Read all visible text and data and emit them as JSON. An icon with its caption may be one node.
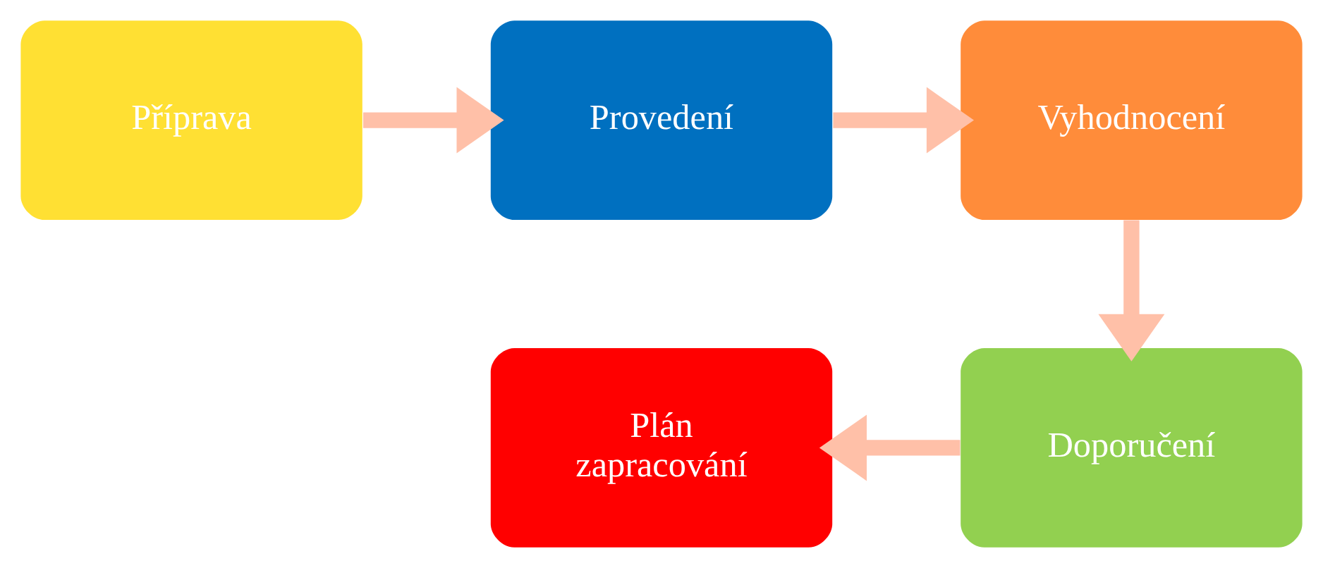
{
  "diagram": {
    "nodes": [
      {
        "text": [
          "Příprava"
        ]
      },
      {
        "text": [
          "Provedení"
        ]
      },
      {
        "text": [
          "Vyhodnocení"
        ]
      },
      {
        "text": [
          "Doporučení"
        ]
      },
      {
        "text": [
          "Plán zapracování"
        ]
      }
    ],
    "edges": [
      {
        "from": 0,
        "to": 1,
        "arrow": "to"
      },
      {
        "from": 1,
        "to": 2,
        "arrow": "to"
      },
      {
        "from": 2,
        "to": 3,
        "arrow": "to"
      },
      {
        "from": 3,
        "to": 4,
        "arrow": "to"
      }
    ]
  }
}
